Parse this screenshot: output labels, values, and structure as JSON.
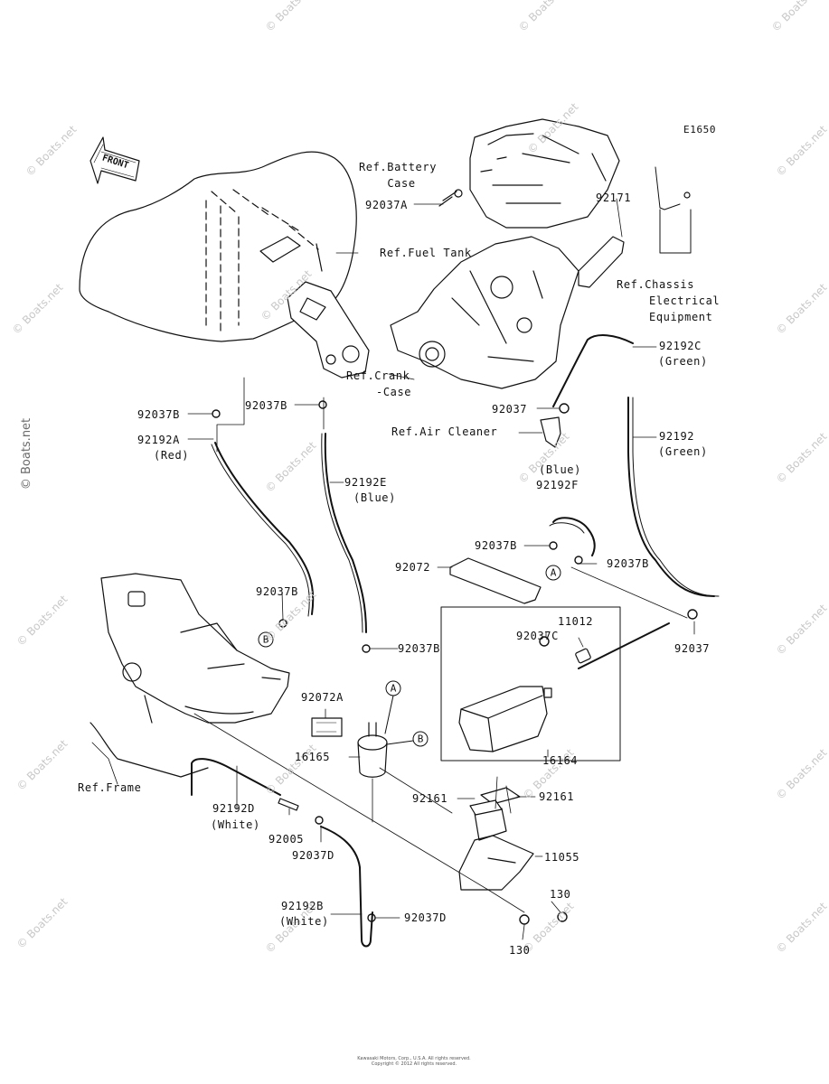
{
  "diagram_code": "E1650",
  "front_label": "FRONT",
  "watermark": "© Boats.net",
  "copyright": [
    "Kawasaki Motors, Corp., U.S.A. All rights reserved.",
    "Copyright © 2012 All rights reserved."
  ],
  "callouts": [
    "A",
    "B",
    "A",
    "B"
  ],
  "refs": {
    "battery_case": [
      "Ref.Battery",
      "Case"
    ],
    "fuel_tank": "Ref.Fuel Tank",
    "chassis": [
      "Ref.Chassis",
      "Electrical",
      "Equipment"
    ],
    "crankcase": [
      "Ref.Crank",
      "-Case"
    ],
    "air_cleaner": "Ref.Air Cleaner",
    "frame": "Ref.Frame"
  },
  "parts": [
    "92037A",
    "92171",
    "92192C",
    "(Green)",
    "92037B",
    "92037B",
    "92037",
    "92192A",
    "(Red)",
    "92192E",
    "(Blue)",
    "92192",
    "(Green)",
    "(Blue)",
    "92192F",
    "92037B",
    "92072",
    "92037B",
    "92037B",
    "11012",
    "92037C",
    "92037",
    "92037B",
    "92072A",
    "16165",
    "16164",
    "92161",
    "92161",
    "92192D",
    "(White)",
    "92005",
    "92037D",
    "11055",
    "130",
    "92192B",
    "(White)",
    "92037D",
    "130"
  ]
}
